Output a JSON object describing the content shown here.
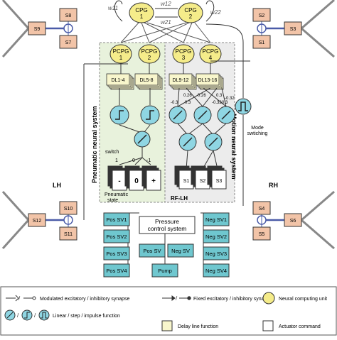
{
  "cpg": {
    "units": [
      "CPG\n1",
      "CPG\n2"
    ],
    "weights": [
      "w11",
      "w12",
      "w21",
      "w22"
    ]
  },
  "pcpg": [
    "PCPG\n1",
    "PCPG\n2",
    "PCPG\n3",
    "PCPG\n4"
  ],
  "delay_lines": [
    "DL1-4",
    "DL5-8",
    "DL9-12",
    "DL13-16"
  ],
  "pneumatic": {
    "title": "Pneumatic neural system",
    "switch_label": "switch",
    "weights": [
      "1",
      "0",
      "-1",
      "1",
      "0",
      "-1"
    ],
    "state_label": "Pneumatic\nstate",
    "state_boxes": [
      "-",
      "0",
      "+"
    ]
  },
  "motion": {
    "title": "Motion neural system",
    "weights": [
      "-0.3",
      "0.26",
      "0.26",
      "-0.32",
      "0.3",
      "0.3",
      "-0.3",
      "-0.32"
    ],
    "rf_label": "RF-LH",
    "sensors": [
      "S1",
      "S2",
      "S3"
    ]
  },
  "mode": {
    "label": "Mode\nswtiching"
  },
  "legs": {
    "lh_label": "LH",
    "rh_label": "RH",
    "front_left": [
      "S8",
      "S9",
      "S7"
    ],
    "front_right": [
      "S2",
      "S3",
      "S1"
    ],
    "hind_left": [
      "S10",
      "S12",
      "S11"
    ],
    "hind_right": [
      "S4",
      "S6",
      "S5"
    ]
  },
  "pressure": {
    "label": "Pressure\ncontrol system"
  },
  "valves": {
    "pos": [
      "Pos SV1",
      "Pos SV2",
      "Pos SV3",
      "Pos SV4"
    ],
    "neg": [
      "Neg SV1",
      "Neg SV2",
      "Neg SV3",
      "Neg SV4"
    ],
    "center": [
      "Pos SV",
      "Neg SV",
      "Pump"
    ]
  },
  "legend": {
    "synapse_modulated": "Modulated excitatory / inhibitory synapse",
    "synapse_fixed": "Fixed excitatory / inhibitory synapse",
    "neural_unit": "Neural computing unit",
    "functions": "Linear / step / impulse function",
    "delay_line": "Delay line function",
    "actuator": "Actuator command"
  },
  "colors": {
    "neuron_yellow": "#f5ec8a",
    "function_cyan": "#8fd6e3",
    "valve_teal": "#6fc7cf",
    "pneumatic_bg": "#e8f2dc",
    "motion_bg": "#ececec",
    "leg_blue": "#4a5ba8"
  }
}
